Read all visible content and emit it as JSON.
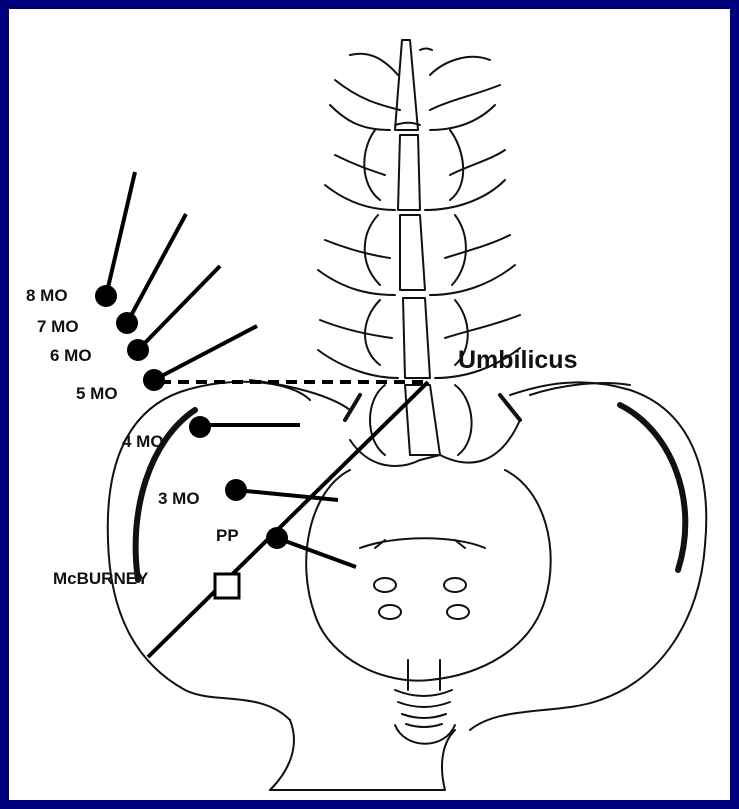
{
  "colors": {
    "frame": "#00007f",
    "panel": "#ffffff",
    "ink": "#111111"
  },
  "labels": {
    "mo8": "8 MO",
    "mo7": "7 MO",
    "mo6": "6 MO",
    "mo5": "5 MO",
    "mo4": "4 MO",
    "mo3": "3 MO",
    "pp": "PP",
    "mcburney": "McBURNEY",
    "umbilicus": "Umbilicus"
  }
}
